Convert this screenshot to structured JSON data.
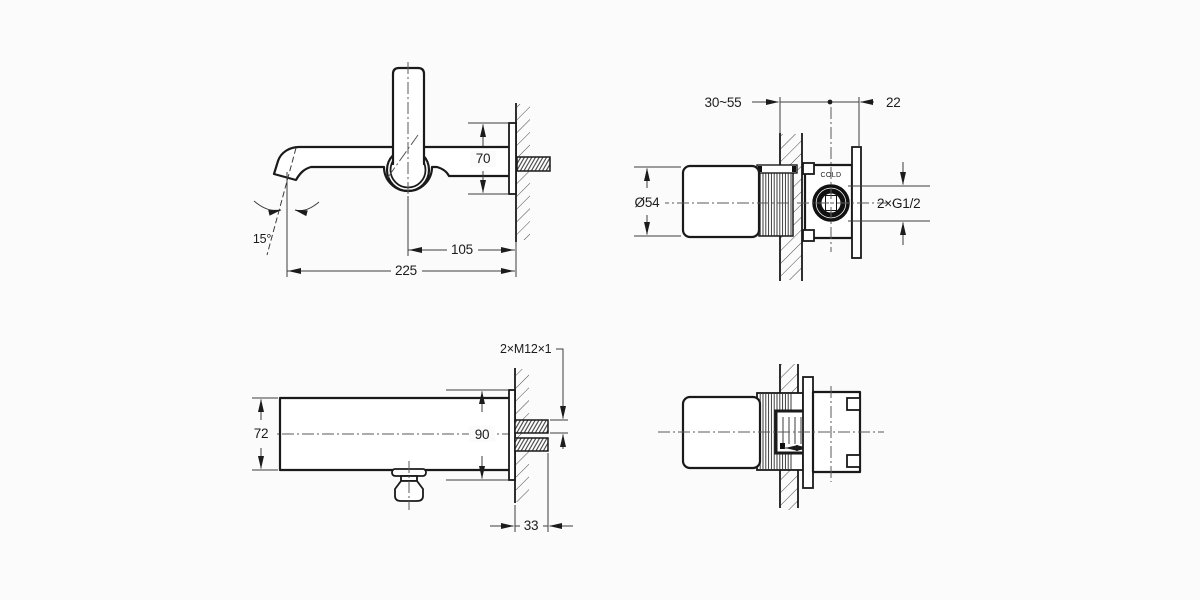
{
  "drawing": {
    "title": "wall-mounted-basin-tap-installation-drawing",
    "colors": {
      "line": "#1a1a1a",
      "dim": "#3c3c3c",
      "background": "#fbfbfb"
    },
    "views": {
      "spout_side": {
        "dim_height": "70",
        "dim_offset": "105",
        "dim_length": "225",
        "dim_angle": "15°"
      },
      "valve_side": {
        "dim_wall_thickness": "30~55",
        "dim_depth": "22",
        "dim_diameter": "Ø54",
        "dim_thread": "2×G1/2",
        "marking": "COLD"
      },
      "spout_top": {
        "dim_body_width": "72",
        "dim_plate_height": "90",
        "dim_studs": "2×M12×1",
        "dim_stud_length": "33"
      }
    }
  }
}
